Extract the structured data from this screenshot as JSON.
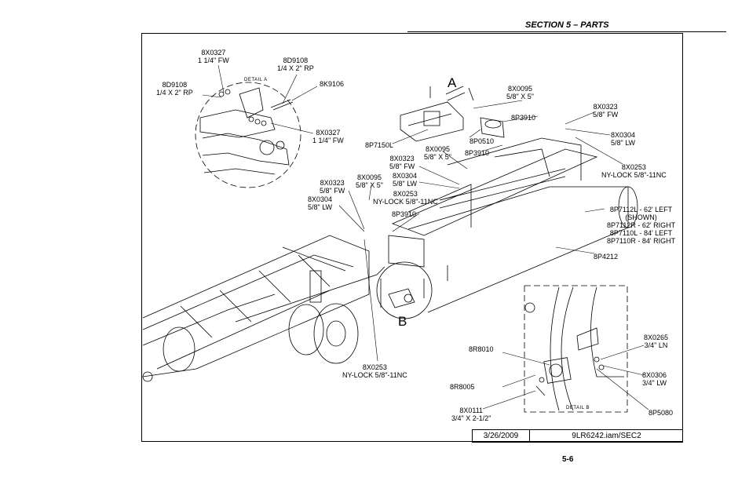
{
  "header": {
    "section_title": "SECTION 5 – PARTS"
  },
  "title_block": {
    "date": "3/26/2009",
    "file": "9LR6242.iam/SEC2"
  },
  "page_number": "5-6",
  "detail_labels": {
    "a": "DETAIL  A",
    "b": "DETAIL  B"
  },
  "view_letters": {
    "a": "A",
    "b": "B"
  },
  "callouts": {
    "c01": "8X0327\n1 1/4\" FW",
    "c02": "8D9108\n1/4 X 2\" RP",
    "c03": "8D9108\n1/4 X 2\" RP",
    "c04": "8K9106",
    "c05": "8X0327\n1 1/4\" FW",
    "c06": "8X0095\n5/8\" X 5\"",
    "c07": "8X0323\n5/8\" FW",
    "c08": "8P3910",
    "c09": "8X0304\n5/8\" LW",
    "c10": "8X0253\nNY-LOCK 5/8\"-11NC",
    "c11": "8P7150L",
    "c12": "8P0510",
    "c13": "8X0095\n5/8\" X 5\"",
    "c14": "8P3910",
    "c15": "8X0323\n5/8\" FW",
    "c16": "8X0304\n5/8\" LW",
    "c17": "8X0253\nNY-LOCK 5/8\"-11NC",
    "c18": "8X0323\n5/8\" FW",
    "c19": "8X0095\n5/8\" X 5\"",
    "c20": "8X0304\n5/8\" LW",
    "c21": "8P3910",
    "c22": "8P7112L - 62' LEFT\n(SHOWN)\n8P7112R - 62' RIGHT\n8P7110L - 84' LEFT\n8P7110R - 84' RIGHT",
    "c23": "8P4212",
    "c24": "8X0253\nNY-LOCK 5/8\"-11NC",
    "c25": "8R8010",
    "c26": "8X0265\n3/4\" LN",
    "c27": "8R8005",
    "c28": "8X0306\n3/4\" LW",
    "c29": "8X0111\n3/4\" X 2-1/2\"",
    "c30": "8P5080"
  }
}
